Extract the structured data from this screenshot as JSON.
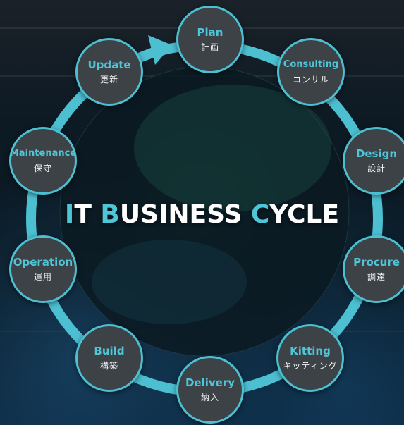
{
  "title": {
    "highlight_1": "I",
    "rest_1": "T ",
    "highlight_2": "B",
    "rest_2": "USINESS ",
    "highlight_3": "C",
    "rest_3": "YCLE"
  },
  "colors": {
    "accent": "#4fc6d8",
    "node_fill": "#3d4247",
    "ring": "#4cbfd1"
  },
  "stages": [
    {
      "key": "plan",
      "en": "Plan",
      "jp": "計画"
    },
    {
      "key": "consulting",
      "en": "Consulting",
      "jp": "コンサル"
    },
    {
      "key": "design",
      "en": "Design",
      "jp": "設計"
    },
    {
      "key": "procure",
      "en": "Procure",
      "jp": "調達"
    },
    {
      "key": "kitting",
      "en": "Kitting",
      "jp": "キッティング"
    },
    {
      "key": "delivery",
      "en": "Delivery",
      "jp": "納入"
    },
    {
      "key": "build",
      "en": "Build",
      "jp": "構築"
    },
    {
      "key": "operation",
      "en": "Operation",
      "jp": "運用"
    },
    {
      "key": "maintenance",
      "en": "Maintenance",
      "jp": "保守"
    },
    {
      "key": "update",
      "en": "Update",
      "jp": "更新"
    }
  ]
}
